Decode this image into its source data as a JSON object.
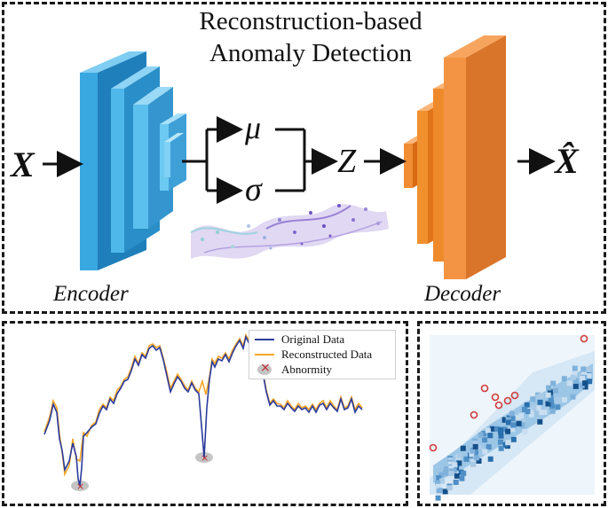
{
  "title_line1": "Reconstruction-based",
  "title_line2": "Anomaly Detection",
  "input_symbol": "X",
  "output_symbol": "X̂",
  "mu_symbol": "μ",
  "sigma_symbol": "σ",
  "latent_symbol": "Z",
  "encoder_label": "Encoder",
  "decoder_label": "Decoder",
  "legend": {
    "original": "Original Data",
    "reconstructed": "Reconstructed Data",
    "abnormity": "Abnormity"
  },
  "colors": {
    "encoder": "#3aa8e0",
    "decoder": "#ee7d22",
    "original_line": "#2b3a9e",
    "reconstructed_line": "#f5a623",
    "anomaly_marker": "#c0282d",
    "heatmap": "#1f6fb0"
  }
}
